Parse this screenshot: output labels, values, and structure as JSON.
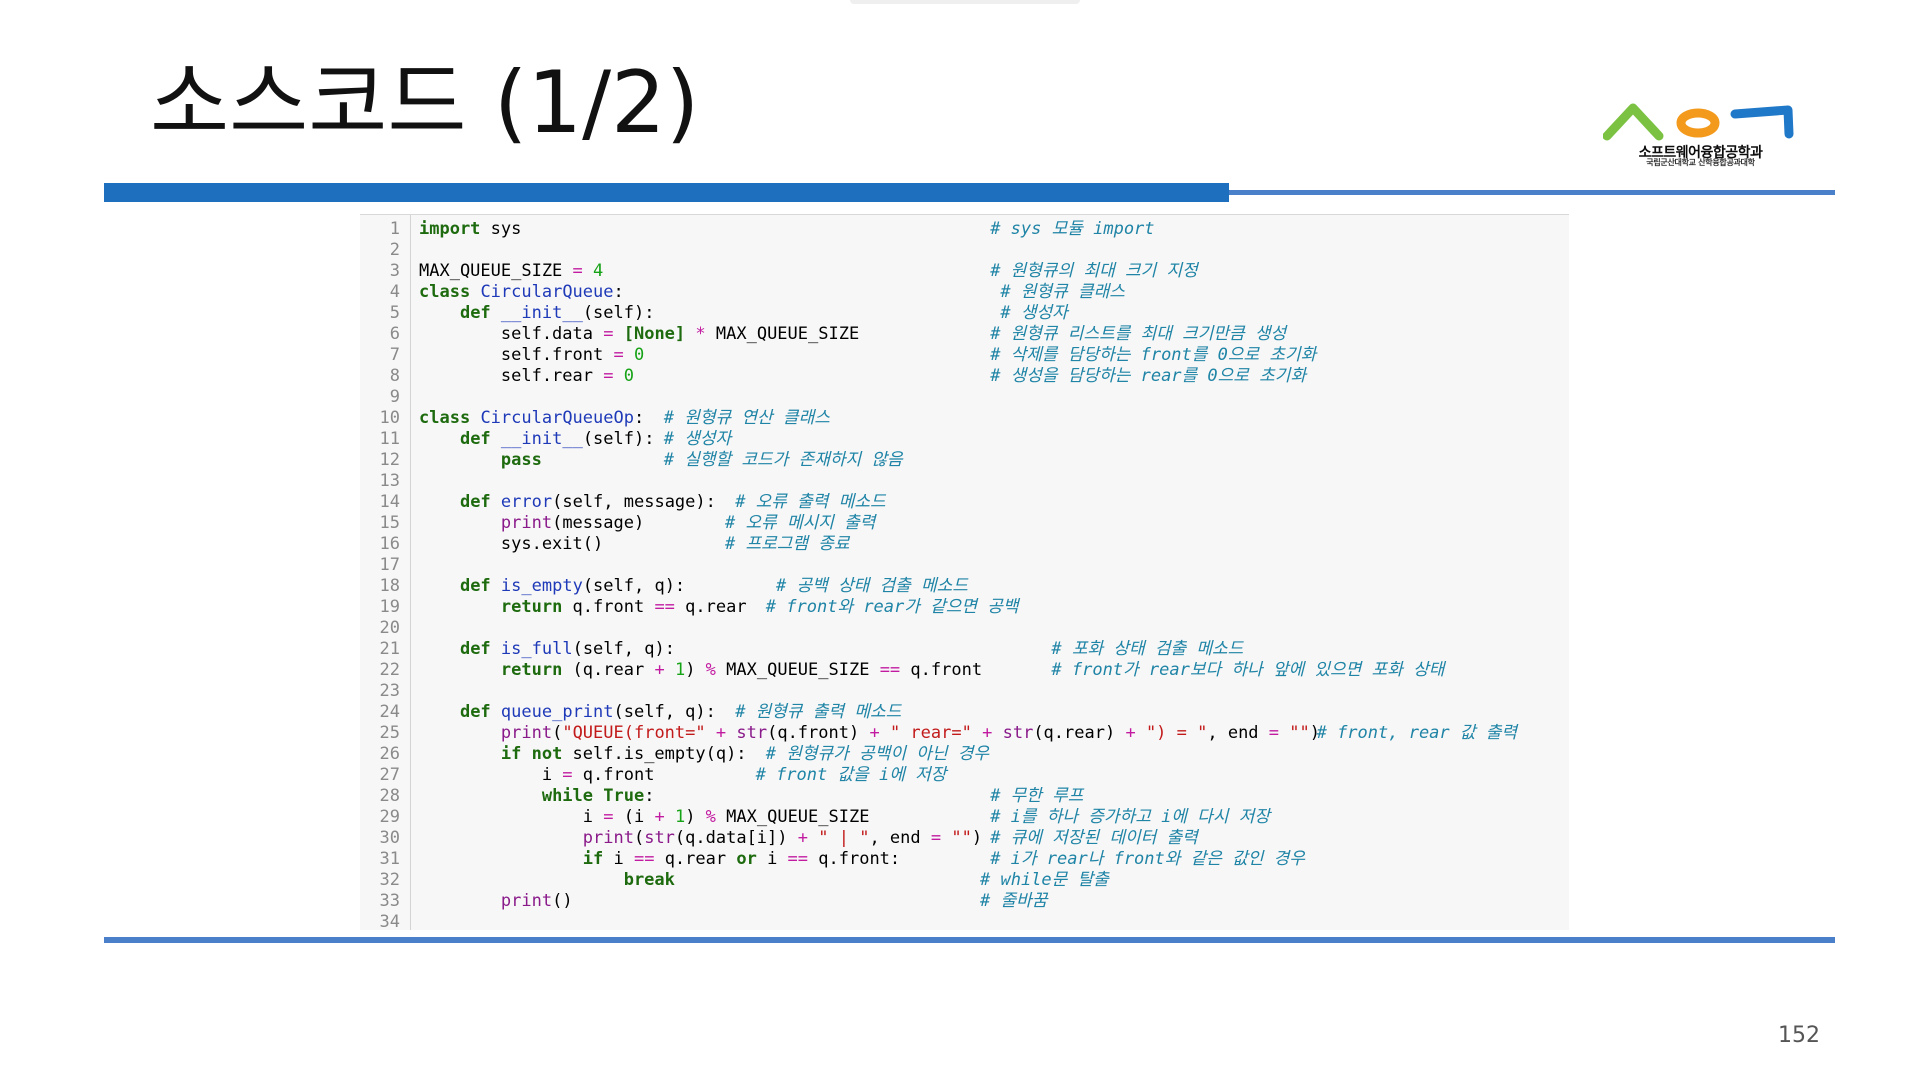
{
  "slide": {
    "title": "소스코드 (1/2)",
    "page_number": "152",
    "logo_text": "소프트웨어융합공학과",
    "logo_subtext": "국립군산대학교 산학융합공과대학",
    "colors": {
      "accent_blue": "#1f6fbf",
      "rule_blue": "#4a7fc9",
      "logo_green": "#7cc242",
      "logo_orange": "#f39a1d",
      "logo_blue": "#1f78c8"
    }
  },
  "code": {
    "language": "python",
    "lines": [
      {
        "n": "1",
        "tokens": [
          [
            "kw",
            "import"
          ],
          [
            "t",
            " sys"
          ]
        ],
        "comment": "# sys 모듈 import",
        "ccol": 56
      },
      {
        "n": "2",
        "tokens": [],
        "comment": "",
        "ccol": 0
      },
      {
        "n": "3",
        "tokens": [
          [
            "t",
            "MAX_QUEUE_SIZE "
          ],
          [
            "op",
            "="
          ],
          [
            "t",
            " "
          ],
          [
            "num",
            "4"
          ]
        ],
        "comment": "# 원형큐의 최대 크기 지정",
        "ccol": 56
      },
      {
        "n": "4",
        "tokens": [
          [
            "kw",
            "class"
          ],
          [
            "t",
            " "
          ],
          [
            "fn",
            "CircularQueue"
          ],
          [
            "t",
            ":"
          ]
        ],
        "comment": "# 원형큐 클래스",
        "ccol": 57
      },
      {
        "n": "5",
        "tokens": [
          [
            "t",
            "    "
          ],
          [
            "kw",
            "def"
          ],
          [
            "t",
            " "
          ],
          [
            "fn",
            "__init__"
          ],
          [
            "t",
            "(self):"
          ]
        ],
        "comment": "# 생성자",
        "ccol": 57
      },
      {
        "n": "6",
        "tokens": [
          [
            "t",
            "        self.data "
          ],
          [
            "op",
            "="
          ],
          [
            "t",
            " "
          ],
          [
            "br",
            "[None]"
          ],
          [
            "t",
            " "
          ],
          [
            "op",
            "*"
          ],
          [
            "t",
            " MAX_QUEUE_SIZE"
          ]
        ],
        "comment": "# 원형큐 리스트를 최대 크기만큼 생성",
        "ccol": 56
      },
      {
        "n": "7",
        "tokens": [
          [
            "t",
            "        self.front "
          ],
          [
            "op",
            "="
          ],
          [
            "t",
            " "
          ],
          [
            "num",
            "0"
          ]
        ],
        "comment": "# 삭제를 담당하는 front를 0으로 초기화",
        "ccol": 56
      },
      {
        "n": "8",
        "tokens": [
          [
            "t",
            "        self.rear "
          ],
          [
            "op",
            "="
          ],
          [
            "t",
            " "
          ],
          [
            "num",
            "0"
          ]
        ],
        "comment": "# 생성을 담당하는 rear를 0으로 초기화",
        "ccol": 56
      },
      {
        "n": "9",
        "tokens": [],
        "comment": "",
        "ccol": 0
      },
      {
        "n": "10",
        "tokens": [
          [
            "kw",
            "class"
          ],
          [
            "t",
            " "
          ],
          [
            "fn",
            "CircularQueueOp"
          ],
          [
            "t",
            ":"
          ]
        ],
        "comment": "# 원형큐 연산 클래스",
        "ccol": 24
      },
      {
        "n": "11",
        "tokens": [
          [
            "t",
            "    "
          ],
          [
            "kw",
            "def"
          ],
          [
            "t",
            " "
          ],
          [
            "fn",
            "__init__"
          ],
          [
            "t",
            "(self):"
          ]
        ],
        "comment": "# 생성자",
        "ccol": 24
      },
      {
        "n": "12",
        "tokens": [
          [
            "t",
            "        "
          ],
          [
            "kw",
            "pass"
          ]
        ],
        "comment": "# 실행할 코드가 존재하지 않음",
        "ccol": 24
      },
      {
        "n": "13",
        "tokens": [],
        "comment": "",
        "ccol": 0
      },
      {
        "n": "14",
        "tokens": [
          [
            "t",
            "    "
          ],
          [
            "kw",
            "def"
          ],
          [
            "t",
            " "
          ],
          [
            "fn",
            "error"
          ],
          [
            "t",
            "(self, message):"
          ]
        ],
        "comment": "# 오류 출력 메소드",
        "ccol": 31
      },
      {
        "n": "15",
        "tokens": [
          [
            "t",
            "        "
          ],
          [
            "bt",
            "print"
          ],
          [
            "t",
            "(message)"
          ]
        ],
        "comment": "# 오류 메시지 출력",
        "ccol": 30
      },
      {
        "n": "16",
        "tokens": [
          [
            "t",
            "        sys.exit()"
          ]
        ],
        "comment": "# 프로그램 종료",
        "ccol": 30
      },
      {
        "n": "17",
        "tokens": [],
        "comment": "",
        "ccol": 0
      },
      {
        "n": "18",
        "tokens": [
          [
            "t",
            "    "
          ],
          [
            "kw",
            "def"
          ],
          [
            "t",
            " "
          ],
          [
            "fn",
            "is_empty"
          ],
          [
            "t",
            "(self, q):"
          ]
        ],
        "comment": "# 공백 상태 검출 메소드",
        "ccol": 35
      },
      {
        "n": "19",
        "tokens": [
          [
            "t",
            "        "
          ],
          [
            "kw",
            "return"
          ],
          [
            "t",
            " q.front "
          ],
          [
            "op",
            "=="
          ],
          [
            "t",
            " q.rear"
          ]
        ],
        "comment": "# front와 rear가 같으면 공백",
        "ccol": 34
      },
      {
        "n": "20",
        "tokens": [],
        "comment": "",
        "ccol": 0
      },
      {
        "n": "21",
        "tokens": [
          [
            "t",
            "    "
          ],
          [
            "kw",
            "def"
          ],
          [
            "t",
            " "
          ],
          [
            "fn",
            "is_full"
          ],
          [
            "t",
            "(self, q):"
          ]
        ],
        "comment": "# 포화 상태 검출 메소드",
        "ccol": 62
      },
      {
        "n": "22",
        "tokens": [
          [
            "t",
            "        "
          ],
          [
            "kw",
            "return"
          ],
          [
            "t",
            " (q.rear "
          ],
          [
            "op",
            "+"
          ],
          [
            "t",
            " "
          ],
          [
            "num",
            "1"
          ],
          [
            "t",
            ") "
          ],
          [
            "op",
            "%"
          ],
          [
            "t",
            " MAX_QUEUE_SIZE "
          ],
          [
            "op",
            "=="
          ],
          [
            "t",
            " q.front"
          ]
        ],
        "comment": "# front가 rear보다 하나 앞에 있으면 포화 상태",
        "ccol": 62
      },
      {
        "n": "23",
        "tokens": [],
        "comment": "",
        "ccol": 0
      },
      {
        "n": "24",
        "tokens": [
          [
            "t",
            "    "
          ],
          [
            "kw",
            "def"
          ],
          [
            "t",
            " "
          ],
          [
            "fn",
            "queue_print"
          ],
          [
            "t",
            "(self, q):"
          ]
        ],
        "comment": "# 원형큐 출력 메소드",
        "ccol": 31
      },
      {
        "n": "25",
        "tokens": [
          [
            "t",
            "        "
          ],
          [
            "bt",
            "print"
          ],
          [
            "t",
            "("
          ],
          [
            "str",
            "\"QUEUE(front=\""
          ],
          [
            "t",
            " "
          ],
          [
            "op",
            "+"
          ],
          [
            "t",
            " "
          ],
          [
            "bt",
            "str"
          ],
          [
            "t",
            "(q.front) "
          ],
          [
            "op",
            "+"
          ],
          [
            "t",
            " "
          ],
          [
            "str",
            "\" rear=\""
          ],
          [
            "t",
            " "
          ],
          [
            "op",
            "+"
          ],
          [
            "t",
            " "
          ],
          [
            "bt",
            "str"
          ],
          [
            "t",
            "(q.rear) "
          ],
          [
            "op",
            "+"
          ],
          [
            "t",
            " "
          ],
          [
            "str",
            "\") = \""
          ],
          [
            "t",
            ", end "
          ],
          [
            "op",
            "="
          ],
          [
            "t",
            " "
          ],
          [
            "str",
            "\"\""
          ],
          [
            "t",
            ")"
          ]
        ],
        "comment": "# front, rear 값 출력",
        "ccol": 88
      },
      {
        "n": "26",
        "tokens": [
          [
            "t",
            "        "
          ],
          [
            "kw",
            "if not"
          ],
          [
            "t",
            " self.is_empty(q):"
          ]
        ],
        "comment": "# 원형큐가 공백이 아닌 경우",
        "ccol": 34
      },
      {
        "n": "27",
        "tokens": [
          [
            "t",
            "            i "
          ],
          [
            "op",
            "="
          ],
          [
            "t",
            " q.front"
          ]
        ],
        "comment": "# front 값을 i에 저장",
        "ccol": 33
      },
      {
        "n": "28",
        "tokens": [
          [
            "t",
            "            "
          ],
          [
            "kw",
            "while True"
          ],
          [
            "t",
            ":"
          ]
        ],
        "comment": "# 무한 루프",
        "ccol": 56
      },
      {
        "n": "29",
        "tokens": [
          [
            "t",
            "                i "
          ],
          [
            "op",
            "="
          ],
          [
            "t",
            " (i "
          ],
          [
            "op",
            "+"
          ],
          [
            "t",
            " "
          ],
          [
            "num",
            "1"
          ],
          [
            "t",
            ") "
          ],
          [
            "op",
            "%"
          ],
          [
            "t",
            " MAX_QUEUE_SIZE"
          ]
        ],
        "comment": "# i를 하나 증가하고 i에 다시 저장",
        "ccol": 56
      },
      {
        "n": "30",
        "tokens": [
          [
            "t",
            "                "
          ],
          [
            "bt",
            "print"
          ],
          [
            "t",
            "("
          ],
          [
            "bt",
            "str"
          ],
          [
            "t",
            "(q.data[i]) "
          ],
          [
            "op",
            "+"
          ],
          [
            "t",
            " "
          ],
          [
            "str",
            "\" | \""
          ],
          [
            "t",
            ", end "
          ],
          [
            "op",
            "="
          ],
          [
            "t",
            " "
          ],
          [
            "str",
            "\"\""
          ],
          [
            "t",
            ")"
          ]
        ],
        "comment": "# 큐에 저장된 데이터 출력",
        "ccol": 56
      },
      {
        "n": "31",
        "tokens": [
          [
            "t",
            "                "
          ],
          [
            "kw",
            "if"
          ],
          [
            "t",
            " i "
          ],
          [
            "op",
            "=="
          ],
          [
            "t",
            " q.rear "
          ],
          [
            "kw",
            "or"
          ],
          [
            "t",
            " i "
          ],
          [
            "op",
            "=="
          ],
          [
            "t",
            " q.front:"
          ]
        ],
        "comment": "# i가 rear나 front와 같은 값인 경우",
        "ccol": 56
      },
      {
        "n": "32",
        "tokens": [
          [
            "t",
            "                    "
          ],
          [
            "kw",
            "break"
          ]
        ],
        "comment": "# while문 탈출",
        "ccol": 55
      },
      {
        "n": "33",
        "tokens": [
          [
            "t",
            "        "
          ],
          [
            "bt",
            "print"
          ],
          [
            "t",
            "()"
          ]
        ],
        "comment": "# 줄바꿈",
        "ccol": 55
      },
      {
        "n": "34",
        "tokens": [],
        "comment": "",
        "ccol": 0
      }
    ]
  }
}
